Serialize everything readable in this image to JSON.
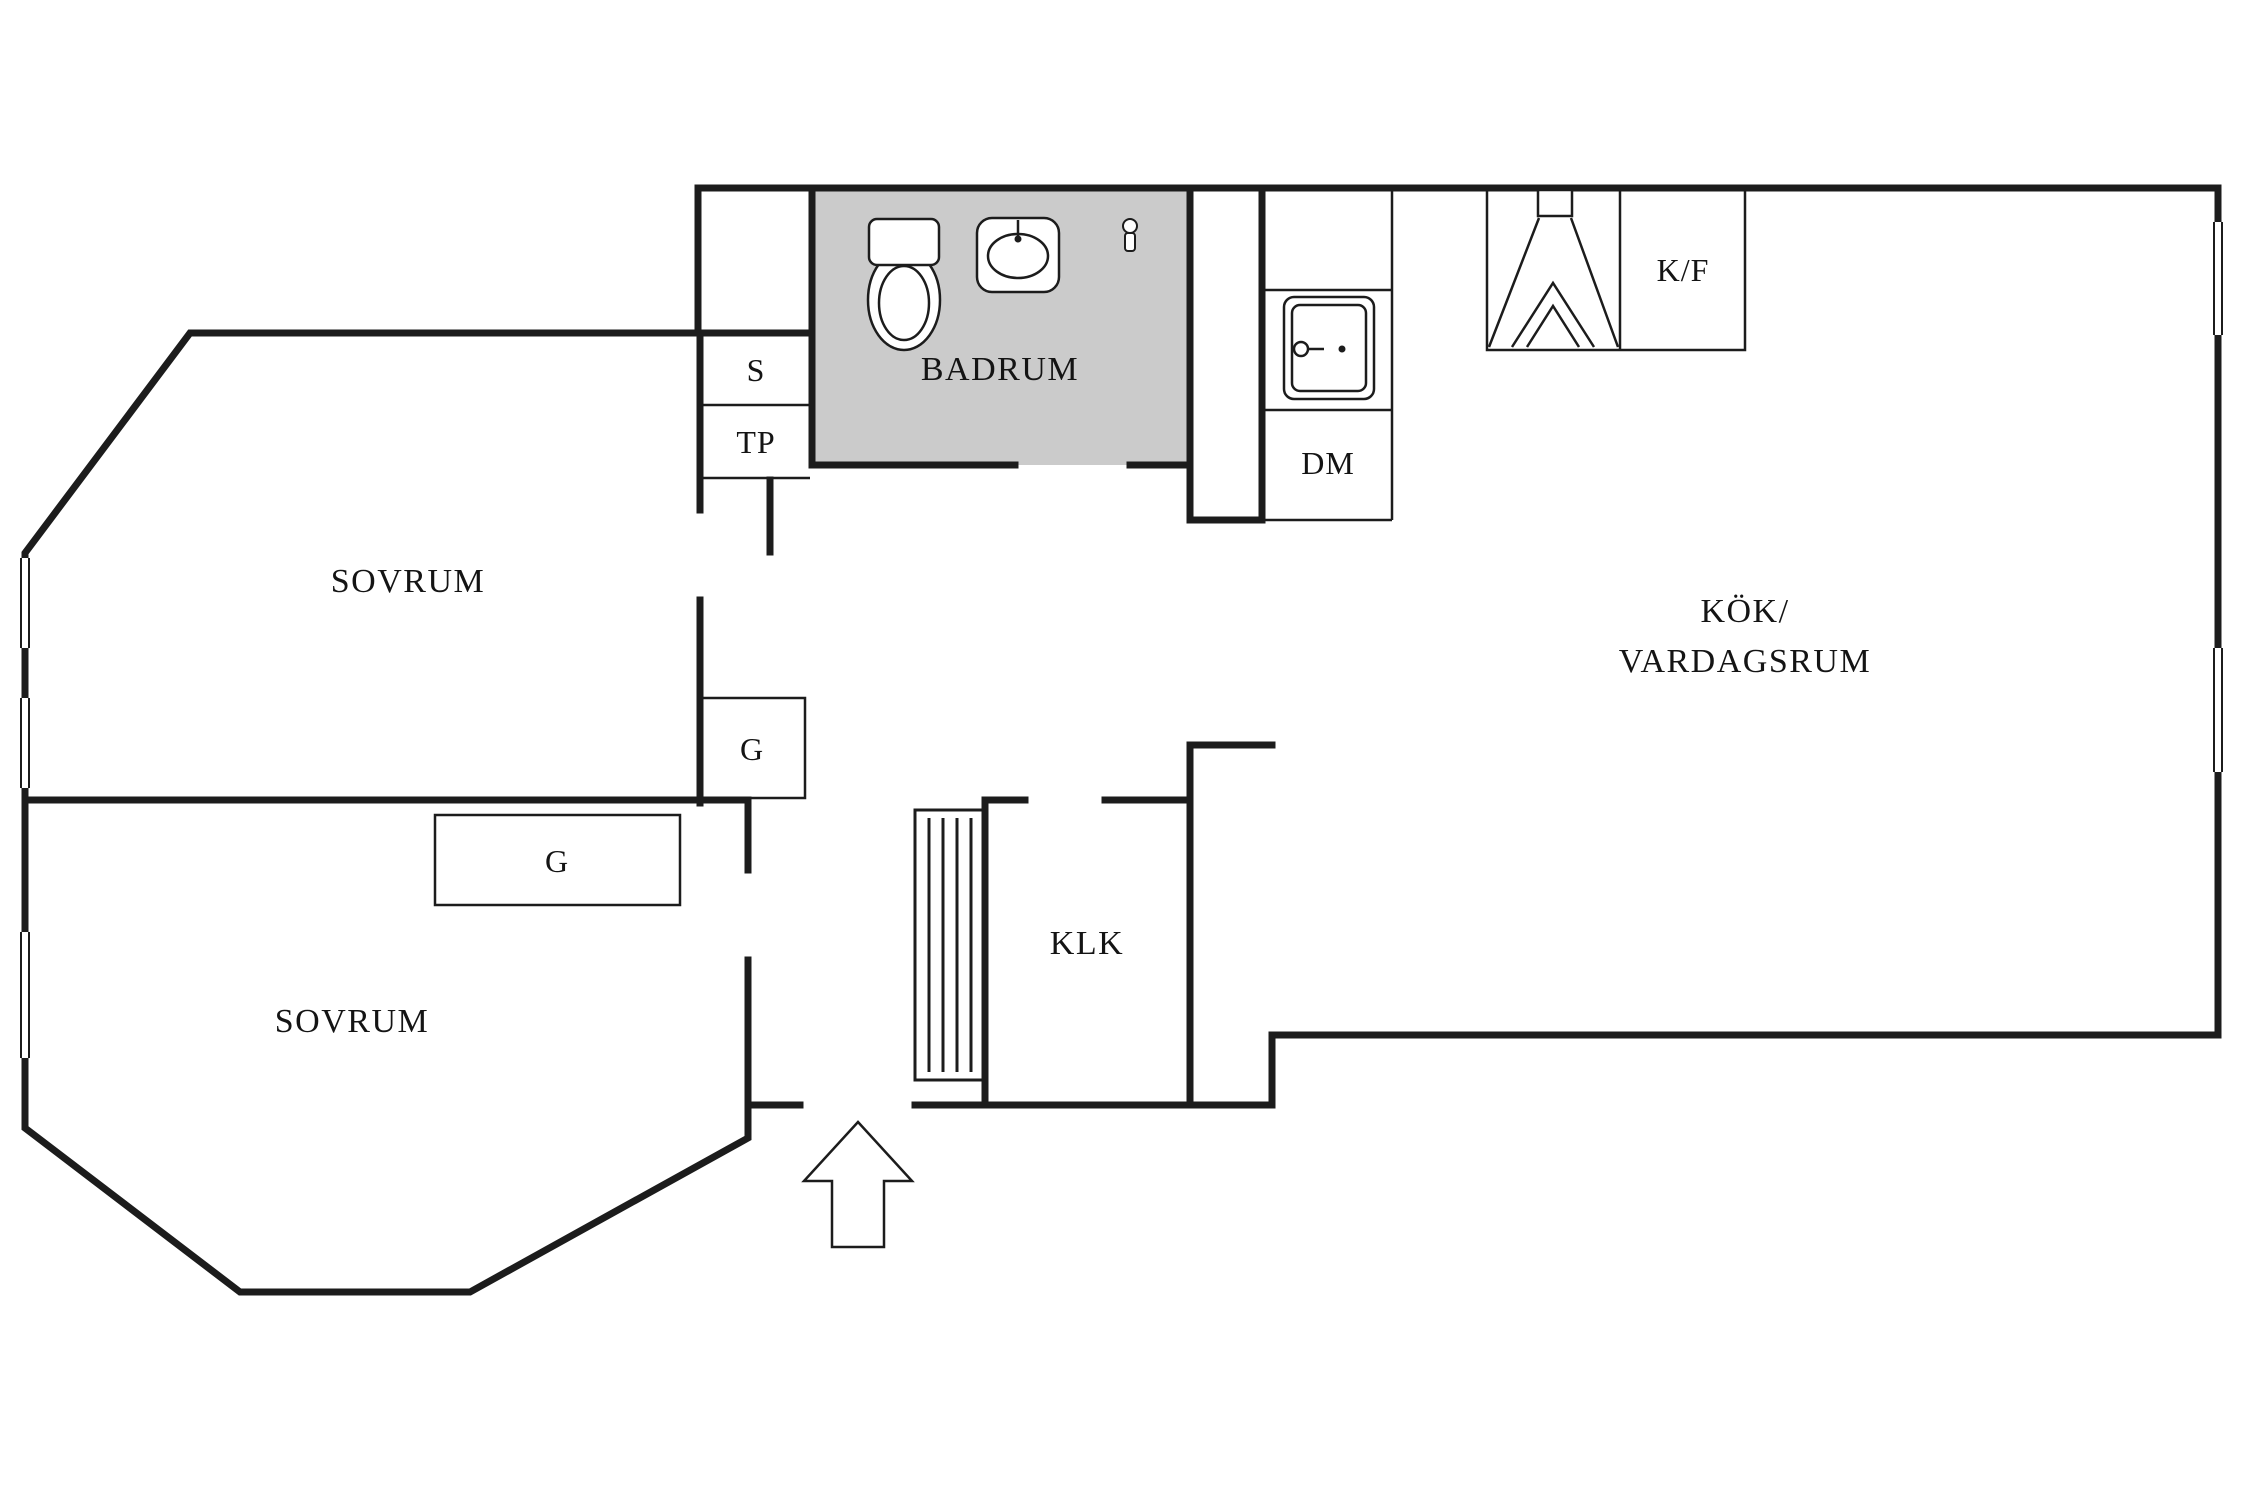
{
  "colors": {
    "wall": "#1c1c1c",
    "bathroom_fill": "#cbcbcb",
    "background": "#ffffff",
    "text": "#141414"
  },
  "plan": {
    "rooms": {
      "sovrum_1": "SOVRUM",
      "sovrum_2": "SOVRUM",
      "badrum": "BADRUM",
      "klk": "KLK",
      "kok_line1": "KÖK/",
      "kok_line2": "VARDAGSRUM"
    },
    "closets": {
      "s": "S",
      "tp": "TP",
      "g_hall": "G",
      "g_bedroom": "G"
    },
    "appliances": {
      "dm": "DM",
      "kf": "K/F"
    },
    "icons": {
      "toilet-icon": "toilet with cistern",
      "washbasin-icon": "wall-mounted wash basin",
      "mixer-icon": "bathroom fitting",
      "kitchen-sink-icon": "kitchen sink with faucet",
      "stove-hood-icon": "stove with extractor hood",
      "wardrobe-stripes-icon": "striped storage unit",
      "entrance-arrow-icon": "entrance direction arrow",
      "window-icon": "window (double thin lines in wall)"
    }
  }
}
